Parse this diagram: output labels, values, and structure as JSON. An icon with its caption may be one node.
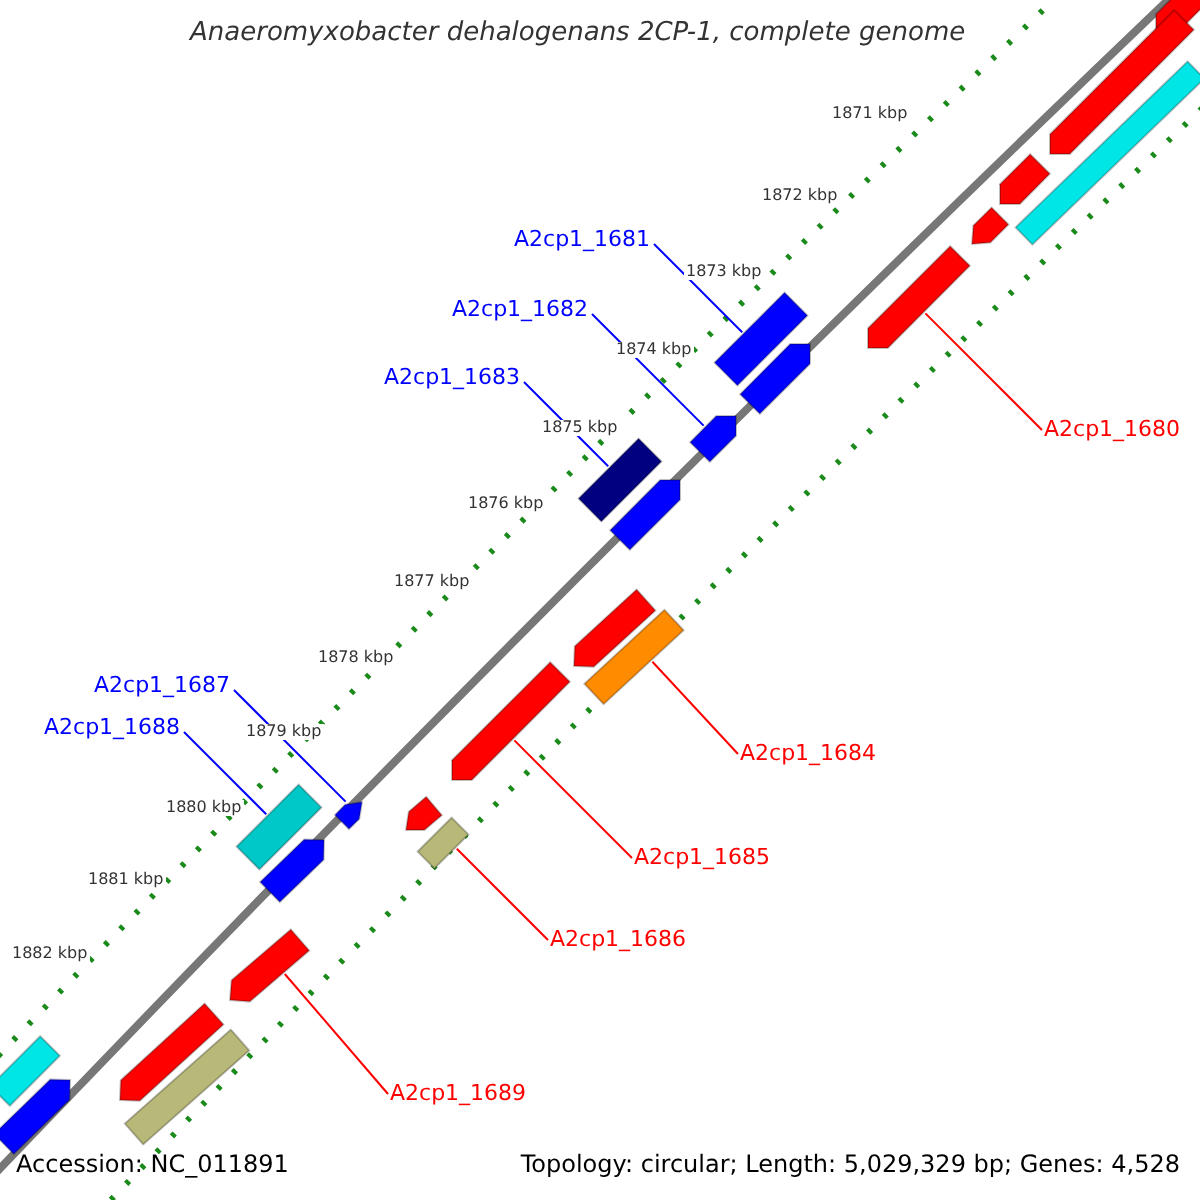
{
  "diagram": {
    "title": "Anaeromyxobacter dehalogenans 2CP-1, complete genome",
    "nodes": [
      {
        "text": [
          "A2cp1_1681"
        ]
      },
      {
        "text": [
          "A2cp1_1682"
        ]
      },
      {
        "text": [
          "A2cp1_1683"
        ]
      },
      {
        "text": [
          "A2cp1_1680"
        ]
      },
      {
        "text": [
          "A2cp1_1687"
        ]
      },
      {
        "text": [
          "A2cp1_1688"
        ]
      },
      {
        "text": [
          "A2cp1_1684"
        ]
      },
      {
        "text": [
          "A2cp1_1685"
        ]
      },
      {
        "text": [
          "A2cp1_1686"
        ]
      },
      {
        "text": [
          "A2cp1_1689"
        ]
      },
      {
        "text": [],
        "shape": "bar"
      },
      {
        "text": [],
        "shape": "arrow"
      },
      {
        "text": [],
        "shape": "bar"
      },
      {
        "text": [],
        "shape": "arrow"
      },
      {
        "text": [],
        "shape": "arrow"
      },
      {
        "text": [],
        "shape": "bar"
      },
      {
        "text": [],
        "shape": "bar"
      },
      {
        "text": [],
        "shape": "arrow"
      },
      {
        "text": [],
        "shape": "bar"
      },
      {
        "text": [],
        "shape": "arrow"
      },
      {
        "text": [],
        "shape": "arrow"
      },
      {
        "text": [],
        "shape": "arrow"
      },
      {
        "text": [],
        "shape": "bar"
      },
      {
        "text": [],
        "shape": "arrow"
      },
      {
        "text": [],
        "shape": "arrow"
      },
      {
        "text": [],
        "shape": "arrow"
      },
      {
        "text": [],
        "shape": "arrow"
      },
      {
        "text": [],
        "shape": "arrow"
      },
      {
        "text": [],
        "shape": "bar"
      },
      {
        "text": [],
        "shape": "arrow"
      },
      {
        "text": [],
        "shape": "arrow"
      },
      {
        "text": [],
        "shape": "arrow"
      },
      {
        "text": [],
        "shape": "arrow"
      },
      {
        "text": [],
        "shape": "bar"
      }
    ],
    "edges": [
      {
        "from": 0,
        "to": 10,
        "arrow": "none",
        "color": "#0000ff"
      },
      {
        "from": 1,
        "to": 11,
        "arrow": "none",
        "color": "#0000ff"
      },
      {
        "from": 2,
        "to": 12,
        "arrow": "none",
        "color": "#0000ff"
      },
      {
        "from": 3,
        "to": 13,
        "arrow": "none",
        "color": "#ff0000"
      },
      {
        "from": 4,
        "to": 14,
        "arrow": "none",
        "color": "#0000ff"
      },
      {
        "from": 5,
        "to": 15,
        "arrow": "none",
        "color": "#0000ff"
      },
      {
        "from": 6,
        "to": 16,
        "arrow": "none",
        "color": "#ff0000"
      },
      {
        "from": 7,
        "to": 17,
        "arrow": "none",
        "color": "#ff0000"
      },
      {
        "from": 8,
        "to": 18,
        "arrow": "none",
        "color": "#ff0000"
      },
      {
        "from": 9,
        "to": 19,
        "arrow": "none",
        "color": "#ff0000"
      }
    ],
    "labels": [
      "1871 kbp",
      "1872 kbp",
      "1873 kbp",
      "1874 kbp",
      "1875 kbp",
      "1876 kbp",
      "1877 kbp",
      "1878 kbp",
      "1879 kbp",
      "1880 kbp",
      "1881 kbp",
      "1882 kbp",
      "Accession: NC_011891",
      "Topology: circular; Length: 5,029,329 bp; Genes: 4,528"
    ]
  }
}
